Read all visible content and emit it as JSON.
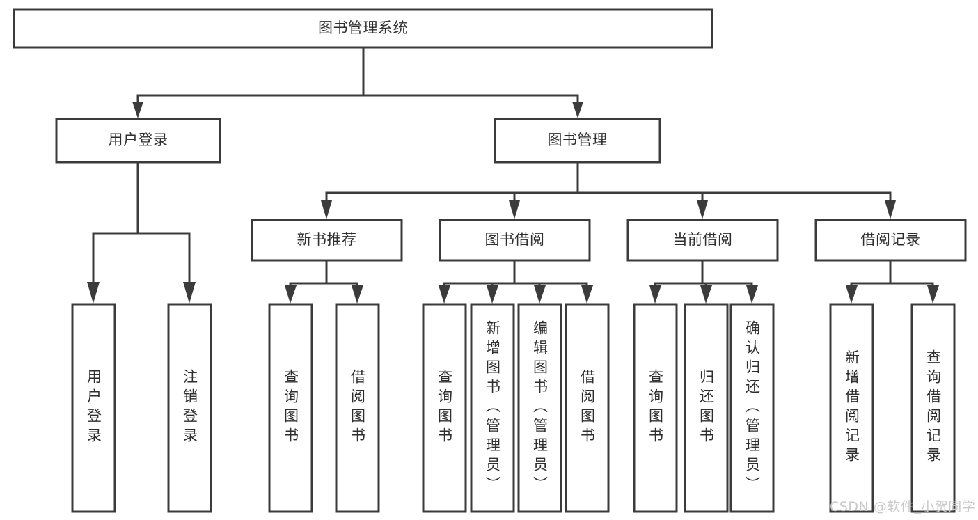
{
  "diagram": {
    "type": "tree-hierarchy-chart",
    "title": "图书管理系统",
    "colors": {
      "box_stroke": "#3b3b3b",
      "box_fill": "#ffffff",
      "text": "#2e2e2e",
      "background": "#ffffff",
      "watermark": "#c9c9c9"
    },
    "root": {
      "label": "图书管理系统"
    },
    "level2": [
      {
        "label": "用户登录"
      },
      {
        "label": "图书管理"
      }
    ],
    "level3": [
      {
        "label": "新书推荐"
      },
      {
        "label": "图书借阅"
      },
      {
        "label": "当前借阅"
      },
      {
        "label": "借阅记录"
      }
    ],
    "leaves": {
      "user_login": [
        {
          "label": "用户登录"
        },
        {
          "label": "注销登录"
        }
      ],
      "new_book_recommend": [
        {
          "label": "查询图书"
        },
        {
          "label": "借阅图书"
        }
      ],
      "book_borrow": [
        {
          "label": "查询图书"
        },
        {
          "label": "新增图书（管理员）"
        },
        {
          "label": "编辑图书（管理员）"
        },
        {
          "label": "借阅图书"
        }
      ],
      "current_borrow": [
        {
          "label": "查询图书"
        },
        {
          "label": "归还图书"
        },
        {
          "label": "确认归还（管理员）"
        }
      ],
      "borrow_record": [
        {
          "label": "新增借阅记录"
        },
        {
          "label": "查询借阅记录"
        }
      ]
    },
    "watermark": "CSDN @软件_小贺同学"
  }
}
